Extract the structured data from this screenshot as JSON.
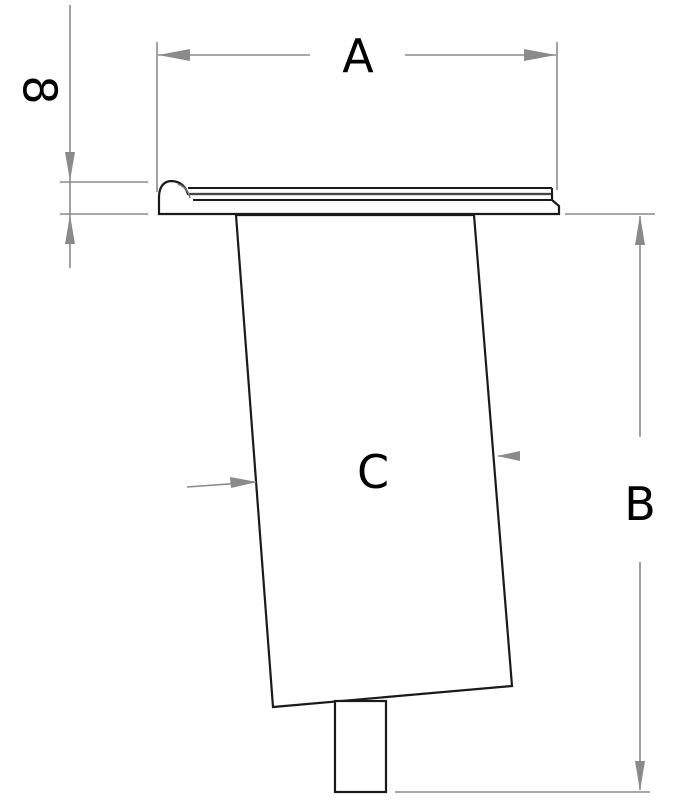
{
  "diagram": {
    "labels": {
      "width": "A",
      "height": "B",
      "thickness": "C",
      "flange": "8"
    },
    "colors": {
      "dimension": "#8a8a8a",
      "outline": "#1a1a1a"
    }
  }
}
